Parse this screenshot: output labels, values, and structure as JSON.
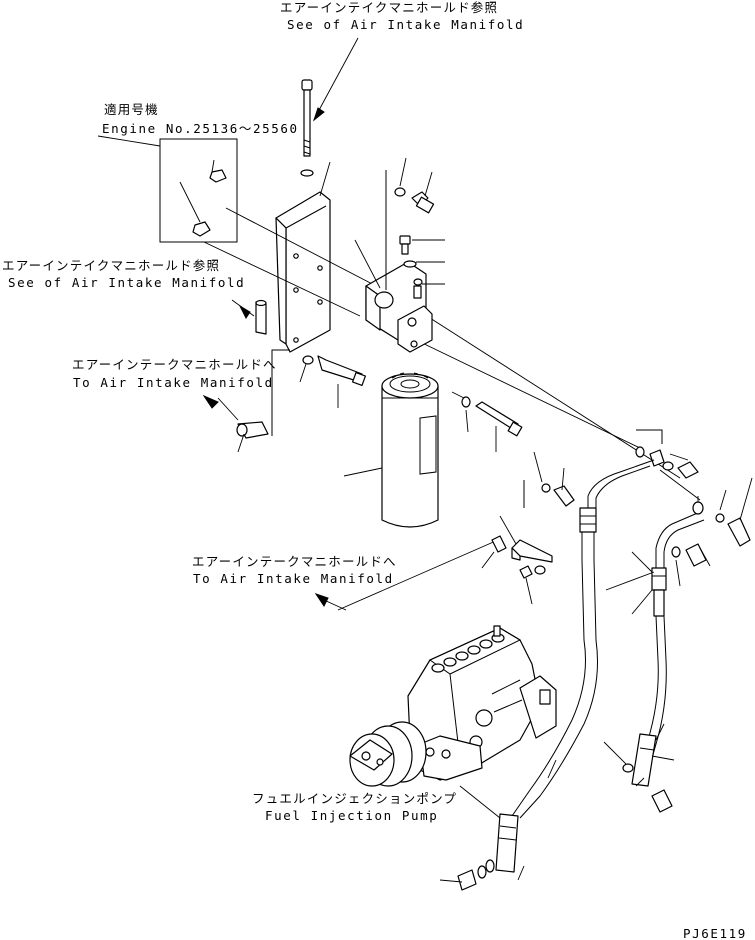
{
  "labels": {
    "top_ref_jp": "エアーインテイクマニホールド参照",
    "top_ref_en": "See of Air Intake Manifold",
    "serial_jp": "適用号機",
    "serial_en": "Engine No.25136～25560",
    "left_ref_jp": "エアーインテイクマニホールド参照",
    "left_ref_en": "See of Air Intake Manifold",
    "to_intake1_jp": "エアーインテークマニホールドへ",
    "to_intake1_en": "To Air Intake Manifold",
    "to_intake2_jp": "エアーインテークマニホールドへ",
    "to_intake2_en": "To Air Intake Manifold",
    "pump_jp": "フュエルインジェクションポンプ",
    "pump_en": "Fuel Injection Pump",
    "drawing_code": "PJ6E119"
  }
}
